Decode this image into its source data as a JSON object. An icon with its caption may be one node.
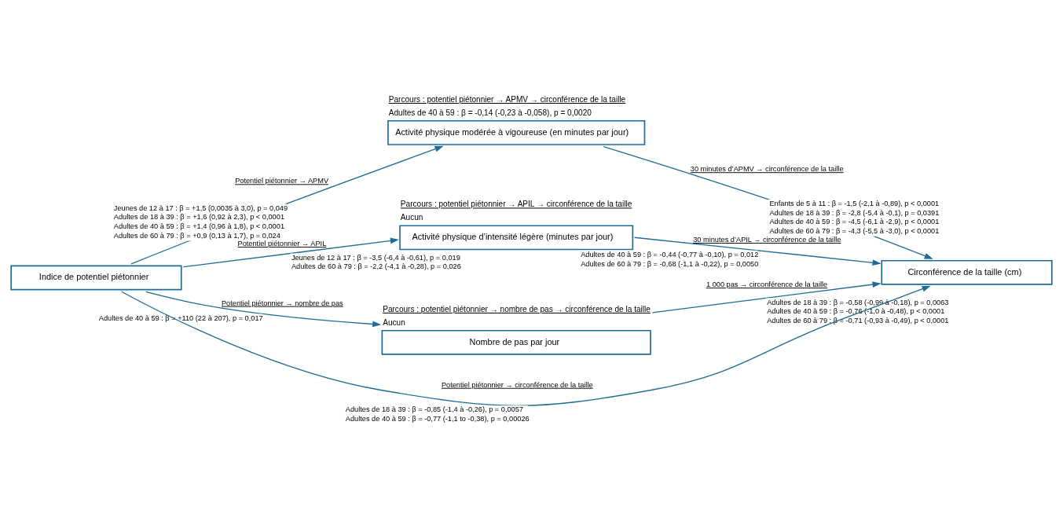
{
  "diagram": {
    "nodes": [
      {
        "text": [
          "Activité physique modérée à vigoureuse (en minutes par jour)"
        ],
        "beside": [
          "Parcours : potentiel piétonnier → APMV → circonférence de la taille",
          "Adultes de 40 à 59 : β = -0,14 (-0,23 à -0,058), p = 0,0020"
        ]
      },
      {
        "text": [
          "Activité physique d’intensité légère (minutes par jour)"
        ],
        "beside": [
          "Parcours : potentiel piétonnier → APIL → circonférence de la taille",
          "Aucun"
        ]
      },
      {
        "text": [
          "Nombre de pas par jour"
        ],
        "beside": [
          "Parcours : potentiel piétonnier → nombre de pas → circonférence de la taille",
          "Aucun"
        ]
      },
      {
        "text": [
          "Indice de potentiel piétonnier"
        ]
      },
      {
        "text": [
          "Circonférence de la taille (cm)"
        ]
      }
    ],
    "edges": [
      {
        "from": 3,
        "to": 0,
        "arrow": "to",
        "label": "Potentiel piétonnier → APMV"
      },
      {
        "from": 3,
        "to": 1,
        "arrow": "to",
        "label": "Potentiel piétonnier → APIL"
      },
      {
        "from": 3,
        "to": 2,
        "arrow": "to",
        "label": "Potentiel piétonnier → nombre de pas"
      },
      {
        "from": 0,
        "to": 4,
        "arrow": "to",
        "label": "30 minutes d’APMV → circonférence de la taille"
      },
      {
        "from": 1,
        "to": 4,
        "arrow": "to",
        "label": "30 minutes d’APIL → circonférence de la taille"
      },
      {
        "from": 2,
        "to": 4,
        "arrow": "to",
        "label": "1 000 pas → circonférence de la taille"
      },
      {
        "from": 3,
        "to": 4,
        "arrow": "to",
        "label": "Potentiel piétonnier → circonférence de la taille"
      }
    ],
    "labels": [
      "Jeunes de 12 à 17 : β = +1,5 (0,0035 à 3,0), p = 0,049",
      "Adultes de 18 à 39 : β = +1,6 (0,92 à 2,3), p < 0,0001",
      "Adultes de 40 à 59 : β = +1,4 (0,96 à 1,8), p < 0,0001",
      "Adultes de 60 à 79 : β = +0,9 (0,13 à 1,7), p = 0,024",
      "Jeunes de 12 à 17 : β = -3,5 (-6,4 à -0,61), p = 0,019",
      "Adultes de 60 à 79 : β = -2,2 (-4,1 à -0,28), p = 0,026",
      "Adultes de 40 à 59 : β = +110 (22 à 207), p = 0,017",
      "Enfants de 5 à 11 : β = -1,5 (-2,1 à -0,89), p < 0,0001",
      "Adultes de 18 à 39 : β = -2,8 (-5,4 à -0,1), p = 0,0391",
      "Adultes de 40 à 59 : β = -4,5 (-6,1 à -2,9), p < 0,0001",
      "Adultes de 60 à 79 : β = -4,3 (-5,5 à -3,0), p < 0,0001",
      "Adultes de 40 à 59 : β = -0,44 (-0,77 à -0,10), p = 0,012",
      "Adultes de 60 à 79 : β = -0,68 (-1,1 à -0,22), p = 0,0050",
      "Adultes de 18 à 39 : β = -0,58 (-0,99 à -0,18), p = 0,0063",
      "Adultes de 40 à 59 : β = -0,76 (-1,0 à -0,48), p < 0,0001",
      "Adultes de 60 à 79 : β = -0,71 (-0,93 à -0,49), p < 0,0001",
      "Adultes de 18 à 39 : β = -0,85 (-1,4 à -0,26), p = 0,0057",
      "Adultes de 40 à 59 : β = -0,77 (-1,1 to -0,38), p = 0,00026"
    ]
  }
}
